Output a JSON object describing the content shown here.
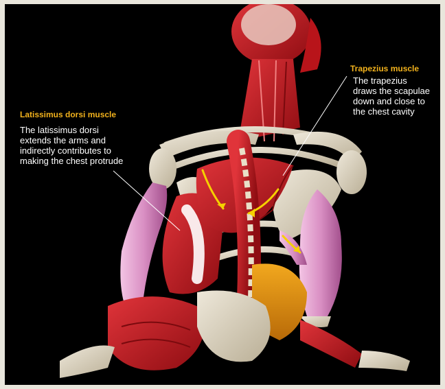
{
  "annotations": {
    "trapezius": {
      "title": "Trapezius muscle",
      "description": "The trapezius\ndraws the scapulae\ndown and close to\nthe chest cavity"
    },
    "latissimus": {
      "title": "Latissimus dorsi muscle",
      "description": "The latissimus dorsi\nextends the arms and\nindirectly contributes to\nmaking the chest protrude"
    }
  },
  "colors": {
    "frame": "#e9e6dc",
    "background": "#000000",
    "title_text": "#f2b21c",
    "body_text": "#ffffff",
    "muscle_red": "#c4161c",
    "muscle_pink": "#d98fc3",
    "bone": "#d8d0bd",
    "arrow_yellow": "#f5d000",
    "pelvis_orange": "#e08a10"
  }
}
